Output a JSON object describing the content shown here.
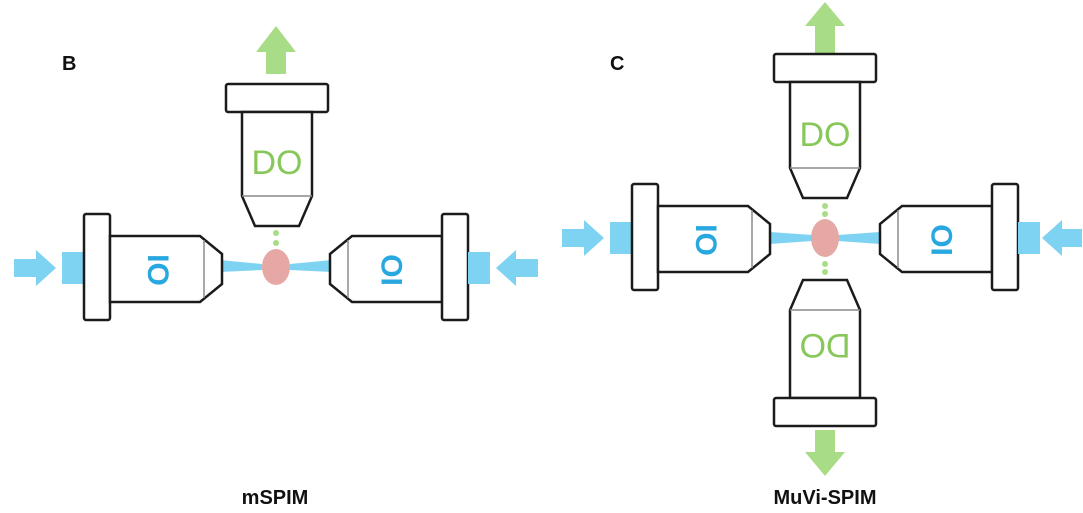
{
  "panels": {
    "B": {
      "letter": "B",
      "caption": "mSPIM",
      "labels": {
        "do": "DO",
        "io_left": "IO",
        "io_right": "IO"
      }
    },
    "C": {
      "letter": "C",
      "caption": "MuVi-SPIM",
      "labels": {
        "do_top": "DO",
        "do_bottom": "DO",
        "io_left": "IO",
        "io_right": "IO"
      }
    }
  },
  "colors": {
    "illumination": "#7fd3f2",
    "illumination_dark": "#29a8e0",
    "detection": "#a9dc86",
    "detection_label": "#88c85a",
    "sample": "#e6a8a4",
    "outline": "#1b1b1b"
  }
}
